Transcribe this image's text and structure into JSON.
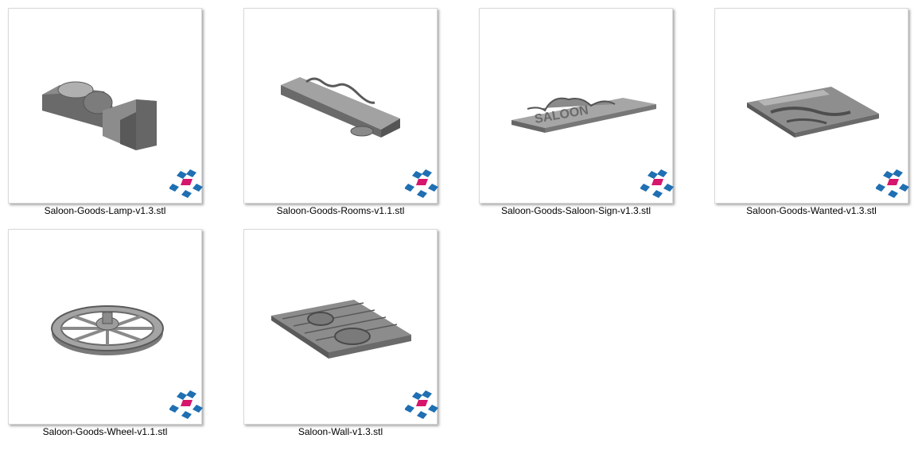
{
  "files": [
    {
      "name": "Saloon-Goods-Lamp-v1.3.stl",
      "icon": "stl-lamp-thumbnail"
    },
    {
      "name": "Saloon-Goods-Rooms-v1.1.stl",
      "icon": "stl-rooms-sign-thumbnail"
    },
    {
      "name": "Saloon-Goods-Saloon-Sign-v1.3.stl",
      "icon": "stl-saloon-sign-thumbnail"
    },
    {
      "name": "Saloon-Goods-Wanted-v1.3.stl",
      "icon": "stl-wanted-poster-thumbnail"
    },
    {
      "name": "Saloon-Goods-Wheel-v1.1.stl",
      "icon": "stl-wagon-wheel-thumbnail"
    },
    {
      "name": "Saloon-Wall-v1.3.stl",
      "icon": "stl-wall-thumbnail"
    }
  ],
  "colors": {
    "model_light": "#9a9a9a",
    "model_dark": "#5c5c5c",
    "badge_blue": "#1f6fb2",
    "badge_magenta": "#d6156c"
  }
}
